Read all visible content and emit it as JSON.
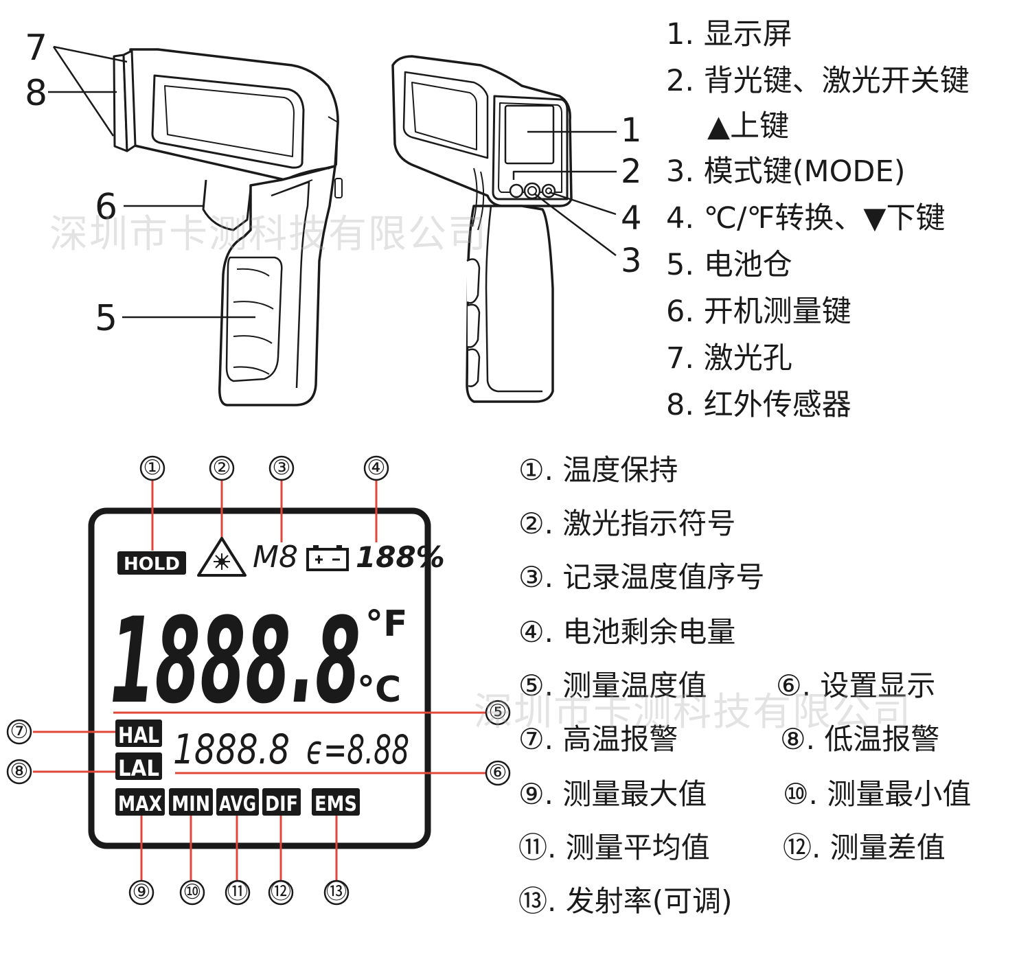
{
  "device_legend": [
    "1. 显示屏",
    "2. 背光键、激光开关键",
    "▲上键",
    "3. 模式键(MODE)",
    "4. ℃/℉转换、▼下键",
    "5. 电池仓",
    "6. 开机测量键",
    "7. 激光孔",
    "8. 红外传感器"
  ],
  "device_callouts": {
    "left": [
      "7",
      "8",
      "6",
      "5"
    ],
    "right": [
      "1",
      "2",
      "4",
      "3"
    ]
  },
  "lcd_callouts": [
    "①",
    "②",
    "③",
    "④",
    "⑤",
    "⑥",
    "⑦",
    "⑧",
    "⑨",
    "⑩",
    "⑪",
    "⑫",
    "⑬"
  ],
  "lcd_screen": {
    "hold": "HOLD",
    "memory": "M8",
    "battery_pct": "188%",
    "main_value": "1888.8",
    "unit_f": "°F",
    "unit_c": "°C",
    "hal": "HAL",
    "lal": "LAL",
    "sub_value": "1888.8",
    "emissivity": "ϵ=8.88",
    "max": "MAX",
    "min": "MIN",
    "avg": "AVG",
    "dif": "DIF",
    "ems": "EMS"
  },
  "lcd_legend": {
    "left": [
      "①. 温度保持",
      "②. 激光指示符号",
      "③. 记录温度值序号",
      "④. 电池剩余电量",
      "⑤. 测量温度值",
      "⑦. 高温报警",
      "⑨. 测量最大值",
      "⑪. 测量平均值",
      "⑬. 发射率(可调)"
    ],
    "right": [
      "⑥. 设置显示",
      "⑧. 低温报警",
      "⑩. 测量最小值",
      "⑫. 测量差值"
    ]
  },
  "watermark": "深圳市卡测科技有限公司",
  "colors": {
    "leader_red": "#e2463a",
    "ink": "#1a1a1a"
  }
}
